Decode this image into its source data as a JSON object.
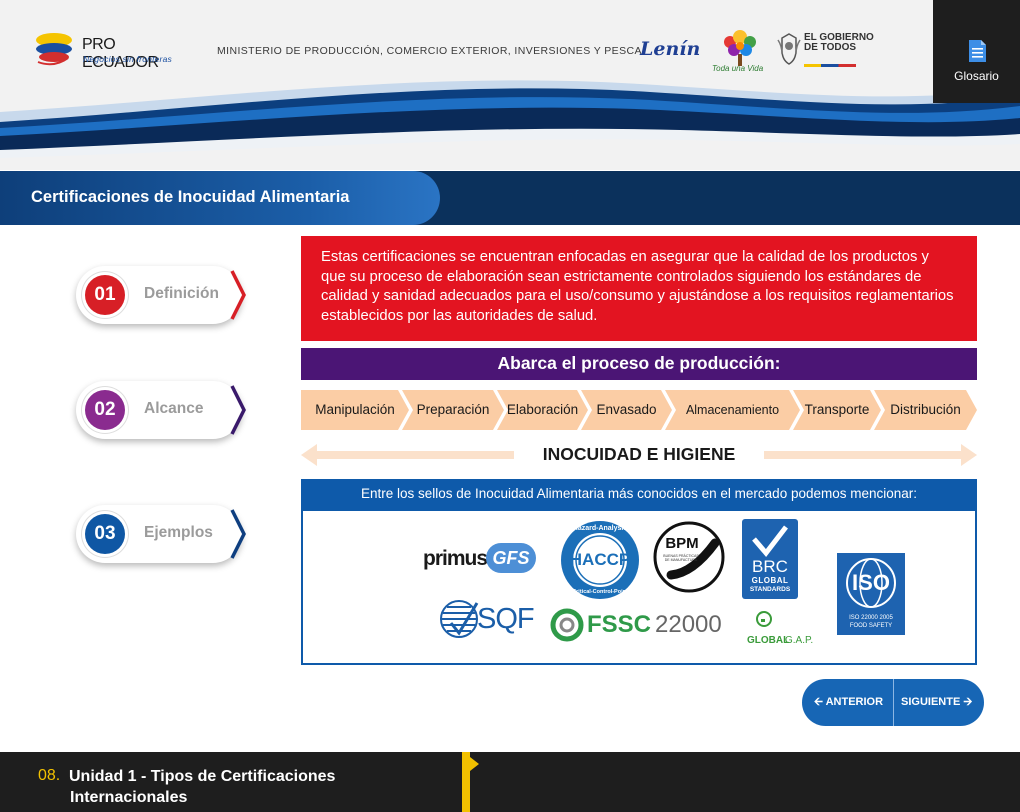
{
  "header": {
    "org_name": "PRO ECUADOR",
    "org_tagline": "Negocios sin fronteras",
    "ministry": "MINISTERIO DE PRODUCCIÓN, COMERCIO EXTERIOR, INVERSIONES Y PESCA",
    "signature": "Lenín",
    "tree_caption": "Toda una Vida",
    "gov_text": "EL GOBIERNO DE TODOS",
    "glossary_label": "Glosario",
    "glossary_icon": "document-icon"
  },
  "title": "Certificaciones de Inocuidad Alimentaria",
  "nav": [
    {
      "number": "01",
      "label": "Definición",
      "color": "#d71f26"
    },
    {
      "number": "02",
      "label": "Alcance",
      "color": "#8a2b8f"
    },
    {
      "number": "03",
      "label": "Ejemplos",
      "color": "#0f57a4"
    }
  ],
  "definition_text": "Estas certificaciones se encuentran enfocadas en asegurar que la calidad de los productos y que su proceso de elaboración  sean estrictamente controlados siguiendo los estándares de calidad y sanidad adecuados para el uso/consumo y ajustándose a los requisitos reglamentarios establecidos por las autoridades de salud.",
  "process_title": "Abarca el proceso de producción:",
  "process_steps": [
    "Manipulación",
    "Preparación",
    "Elaboración",
    "Envasado",
    "Almacenamiento",
    "Transporte",
    "Distribución"
  ],
  "range_label": "INOCUIDAD E HIGIENE",
  "seals_intro": "Entre los sellos de Inocuidad Alimentaria más conocidos en el mercado podemos mencionar:",
  "seals": {
    "primus_a": "primus",
    "primus_b": "GFS",
    "haccp": "HACCP",
    "haccp_ring_top": "Hazard-Analysis",
    "haccp_ring_bottom": "Critical-Control-Point",
    "bpm": "BPM",
    "bpm_sub": "BUENAS PRÁCTICAS DE MANUFACTURA",
    "brc_1": "BRC",
    "brc_2": "GLOBAL",
    "brc_3": "STANDARDS",
    "iso": "ISO",
    "iso_sub1": "ISO 22000 2005",
    "iso_sub2": "FOOD SAFETY",
    "sqf": "SQF",
    "fssc_a": "FSSC",
    "fssc_b": "22000",
    "globalgap_a": "GLOBAL",
    "globalgap_b": "G.A.P."
  },
  "controls": {
    "prev": "ANTERIOR",
    "next": "SIGUIENTE"
  },
  "footer": {
    "number": "08.",
    "title_line1": "Unidad 1 - Tipos de Certificaciones",
    "title_line2": "Internacionales"
  }
}
